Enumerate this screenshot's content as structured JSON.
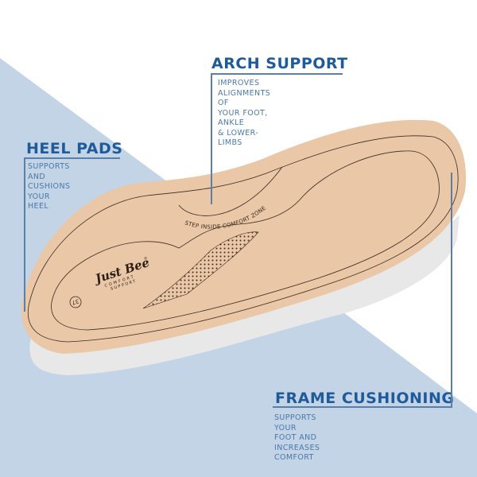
{
  "colors": {
    "background": "#ffffff",
    "panel_blue": "#c3d4e6",
    "title_blue": "#1f5a9a",
    "desc_blue": "#4a78a8",
    "leader_line": "#5b7fa6",
    "insole_tan": "#e9c7a7",
    "insole_base": "#e6e6e6"
  },
  "callouts": {
    "arch_support": {
      "title": "ARCH SUPPORT",
      "description": "IMPROVES ALIGNMENTS OF\nYOUR FOOT, ANKLE\n& LOWER-LIMBS"
    },
    "heel_pads": {
      "title": "HEEL PADS",
      "description": "SUPPORTS AND\nCUSHIONS YOUR\nHEEL"
    },
    "frame_cushioning": {
      "title": "FRAME CUSHIONING",
      "description": "SUPPORTS YOUR FOOT AND\nINCREASES COMFORT"
    }
  },
  "insole": {
    "brand": "Just Bee",
    "brand_mark": "®",
    "tagline_1": "COMFORT",
    "tagline_2": "SUPPORT",
    "size": "37",
    "slogan": "STEP INSIDE COMFORT ZONE"
  }
}
